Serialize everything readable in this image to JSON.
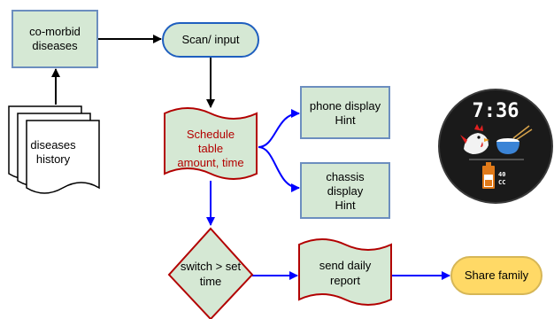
{
  "nodes": {
    "comorbid": [
      "co-morbid",
      "diseases"
    ],
    "scan": "Scan/ input",
    "history": [
      "diseases",
      "history"
    ],
    "schedule": [
      "Schedule",
      "table",
      "amount, time"
    ],
    "phone": [
      "phone display",
      "Hint"
    ],
    "chassis": [
      "chassis",
      "display",
      "Hint"
    ],
    "switch": [
      "switch > set",
      "time"
    ],
    "report": [
      "send daily",
      "report"
    ],
    "share": "Share family"
  },
  "watch": {
    "time": "7:36",
    "badge": [
      "40",
      "CC"
    ],
    "icons": [
      "chicken-icon",
      "rice-bowl-icon",
      "battery-icon"
    ]
  },
  "colors": {
    "box_fill": "#d5e8d4",
    "box_stroke": "#6c8ebf",
    "red_stroke": "#b20000",
    "share_fill": "#ffd966",
    "share_stroke": "#d6b656",
    "blue_arrow": "#0000ff",
    "watch_bg": "#1a1a1a"
  }
}
